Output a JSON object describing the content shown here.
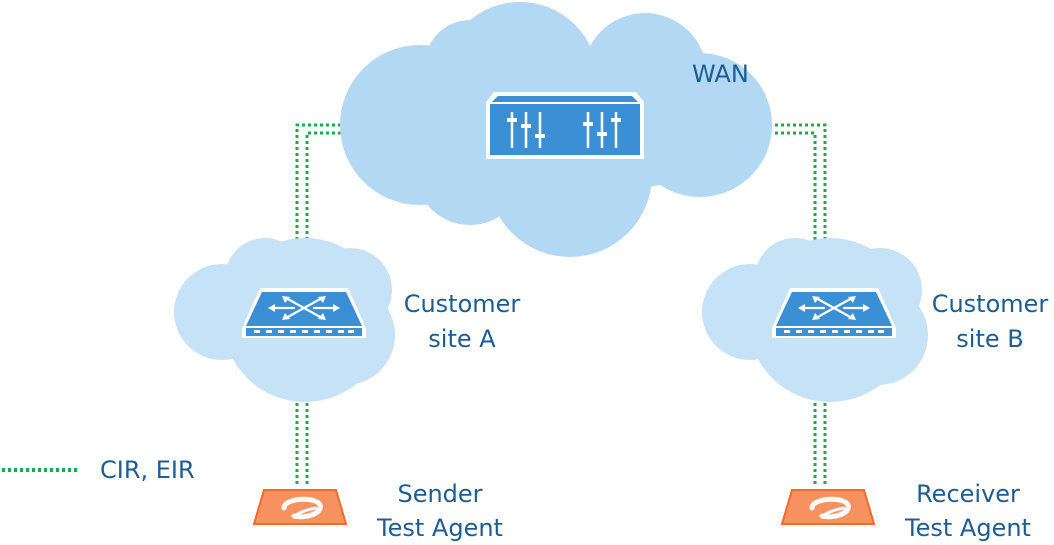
{
  "wan": {
    "label": "WAN"
  },
  "site_a": {
    "line1": "Customer",
    "line2": "site A"
  },
  "site_b": {
    "line1": "Customer",
    "line2": "site B"
  },
  "sender": {
    "line1": "Sender",
    "line2": "Test Agent"
  },
  "receiver": {
    "line1": "Receiver",
    "line2": "Test Agent"
  },
  "legend": {
    "label": "CIR, EIR"
  },
  "colors": {
    "cloud_wan": "#b3d8f3",
    "cloud_site": "#c6e2f6",
    "device_blue": "#3b8fd4",
    "link_green": "#1aab4a",
    "agent_orange": "#f7915f",
    "text_blue": "#1d5d93"
  },
  "icons": {
    "wan_device": "wan-router-icon",
    "site_device": "switch-icon",
    "agent_device": "test-agent-icon"
  }
}
